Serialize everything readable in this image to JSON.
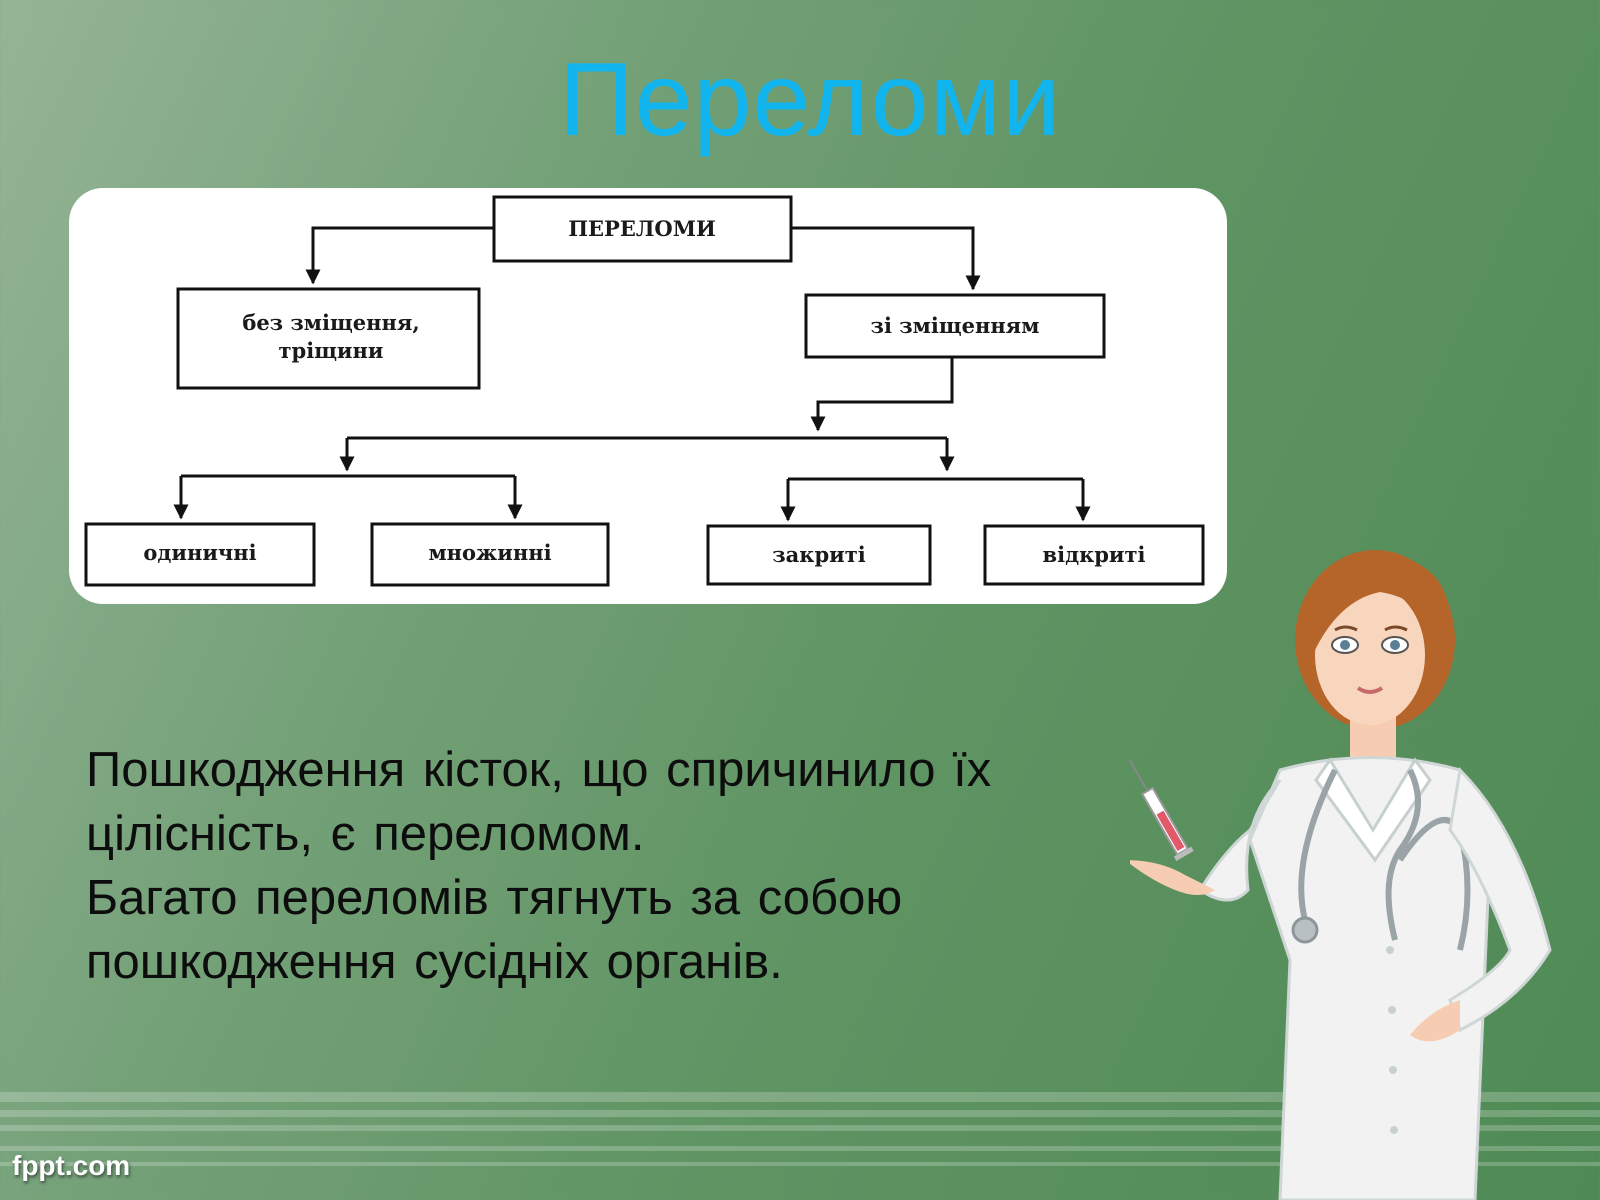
{
  "slide": {
    "title": "Переломи",
    "watermark": "fppt.com"
  },
  "diagram": {
    "root": "ПЕРЕЛОМИ",
    "level1_left": [
      "без зміщення,",
      "тріщини"
    ],
    "level1_right": "зі зміщенням",
    "leaves": [
      "одиничні",
      "множинні",
      "закриті",
      "відкриті"
    ]
  },
  "body": {
    "paragraph1": "Пошкодження кісток, що спричинило їх цілісність, є переломом.",
    "paragraph2": "Багато переломів тягнуть за собою пошкодження сусідніх органів."
  },
  "colors": {
    "title": "#12b4ee",
    "background": "#5f9463",
    "card": "#ffffff",
    "text": "#0d0d0d"
  },
  "illustration": "nurse-with-syringe-and-stethoscope"
}
